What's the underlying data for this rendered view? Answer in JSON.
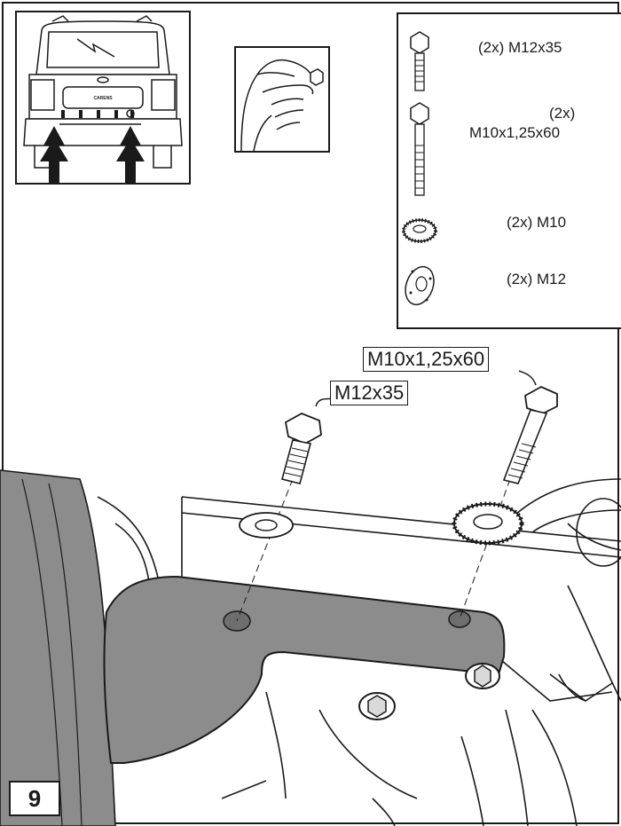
{
  "car_badge": "CARENS",
  "parts": [
    {
      "qty": "(2x)",
      "spec": "M12x35",
      "label": "(2x) M12x35"
    },
    {
      "qty": "(2x)",
      "spec": "M10x1,25x60",
      "label_line1": "(2x)",
      "label_line2": "M10x1,25x60"
    },
    {
      "qty": "(2x)",
      "spec": "M10",
      "label": "(2x) M10"
    },
    {
      "qty": "(2x)",
      "spec": "M12",
      "label": "(2x) M12"
    }
  ],
  "callouts": {
    "bolt_long": "M10x1,25x60",
    "bolt_short": "M12x35"
  },
  "step_number": "9",
  "icons": [
    "car-rear-icon",
    "hand-pinch-icon",
    "hex-bolt-icon",
    "serrated-washer-icon",
    "flat-washer-icon",
    "arrow-up-icon"
  ],
  "colors": {
    "line": "#1a1a1a",
    "bracket_fill": "#8c8c8c",
    "hole_fill": "#6e6e6e"
  }
}
